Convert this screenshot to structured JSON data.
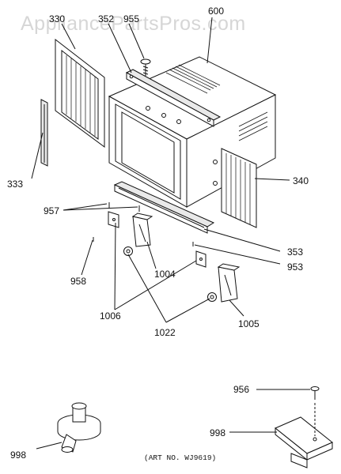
{
  "watermark": "AppliancePartsPros.com",
  "art_number": "(ART NO. WJ9619)",
  "parts": {
    "p600": "600",
    "p330": "330",
    "p352": "352",
    "p955": "955",
    "p333": "333",
    "p340": "340",
    "p957": "957",
    "p353": "353",
    "p953": "953",
    "p958": "958",
    "p1004": "1004",
    "p1006": "1006",
    "p1022": "1022",
    "p1005": "1005",
    "p956": "956",
    "p998a": "998",
    "p998b": "998"
  }
}
